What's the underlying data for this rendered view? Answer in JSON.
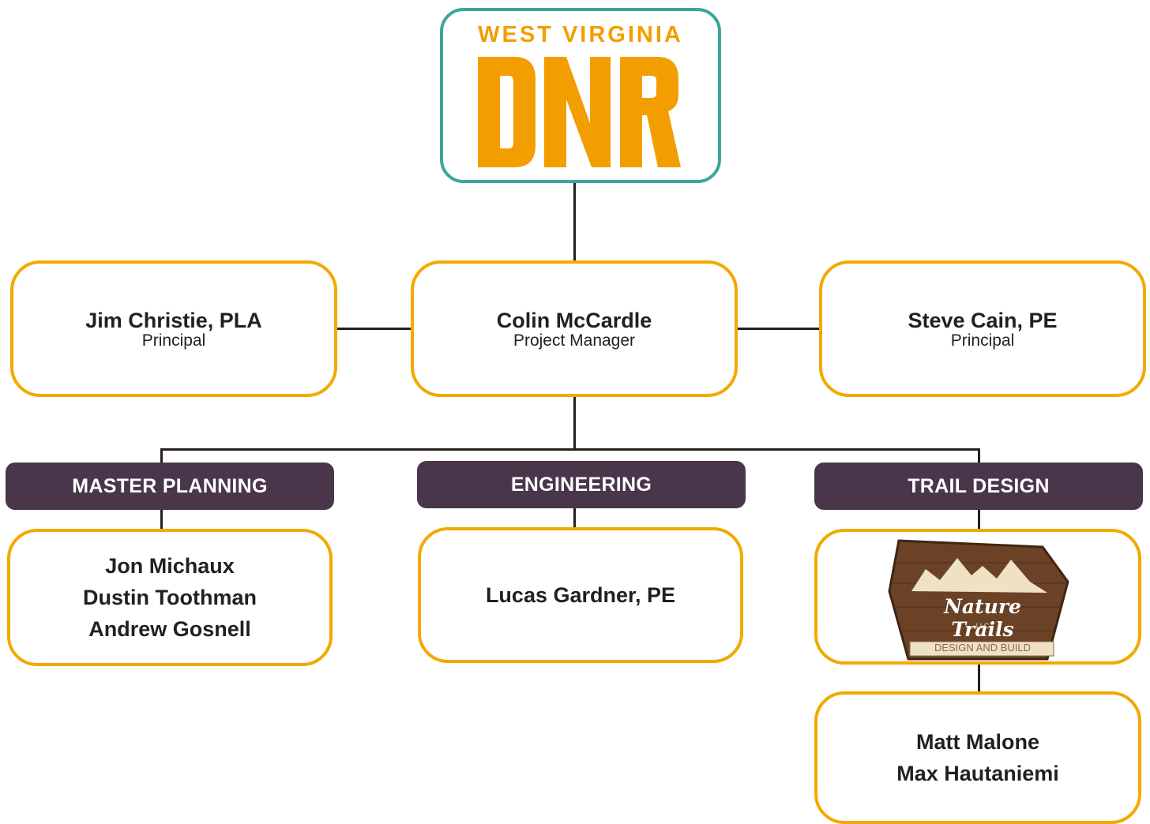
{
  "logo": {
    "top_text": "WEST VIRGINIA",
    "main_text": "DNR",
    "color": "#f29e00",
    "border_color": "#3aa79a"
  },
  "leadership": {
    "left": {
      "name": "Jim Christie, PLA",
      "role": "Principal"
    },
    "center": {
      "name": "Colin McCardle",
      "role": "Project Manager"
    },
    "right": {
      "name": "Steve Cain, PE",
      "role": "Principal"
    }
  },
  "departments": [
    {
      "title": "MASTER PLANNING",
      "members": [
        "Jon Michaux",
        "Dustin Toothman",
        "Andrew Gosnell"
      ]
    },
    {
      "title": "ENGINEERING",
      "members": [
        "Lucas Gardner, PE"
      ]
    },
    {
      "title": "TRAIL DESIGN",
      "members": [
        "Matt Malone",
        "Max Hautaniemi"
      ]
    }
  ],
  "partner_logo": {
    "title": "Nature Trails",
    "suffix": "LLC",
    "tagline": "DESIGN AND BUILD"
  },
  "colors": {
    "box_border": "#f2a900",
    "header_bg": "#4a364a",
    "line": "#231f20"
  }
}
